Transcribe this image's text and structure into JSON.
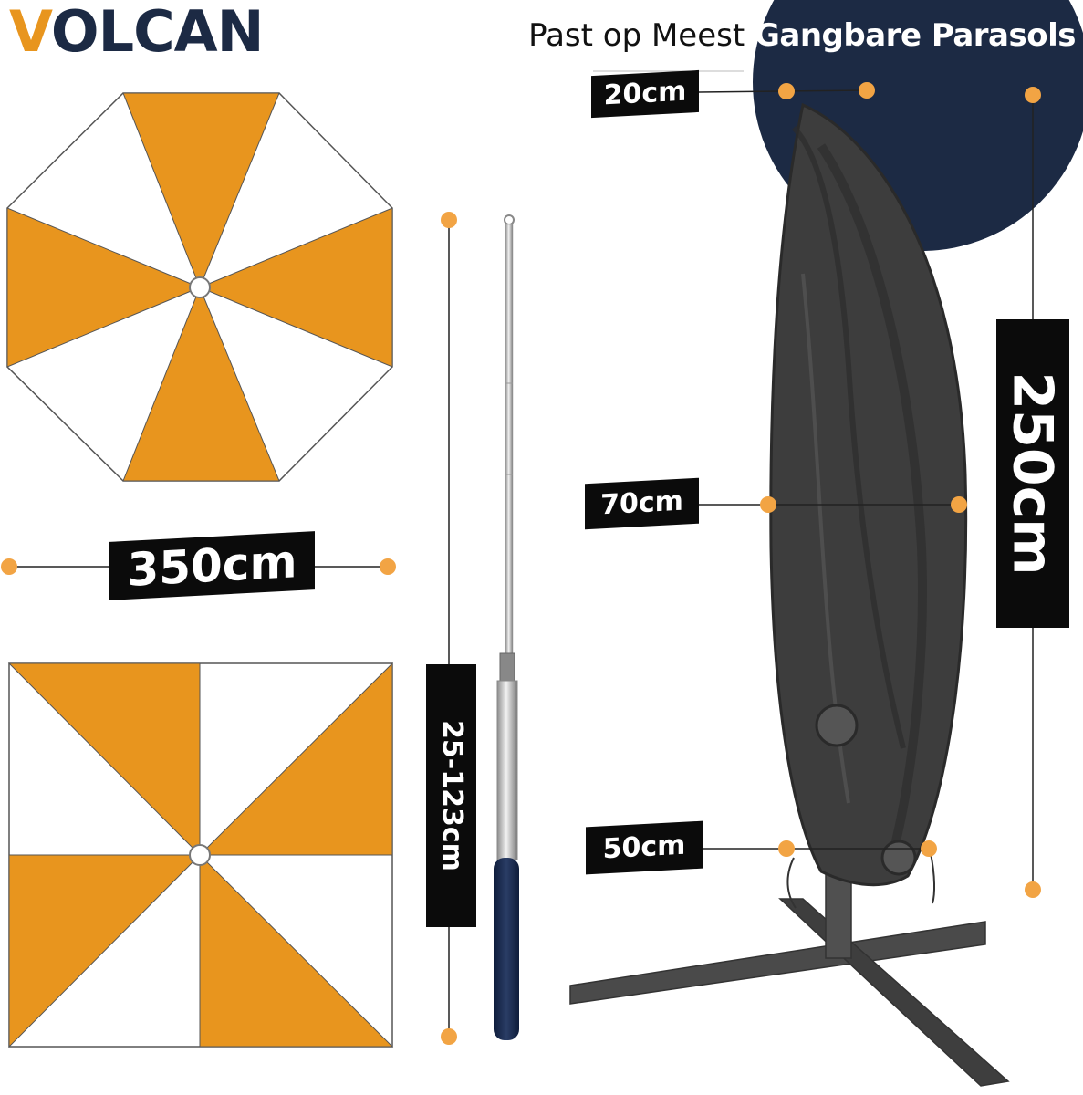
{
  "brand": {
    "logo_v": "V",
    "logo_rest": "OLCAN",
    "colors": {
      "orange": "#E8951E",
      "navy": "#1C2A44",
      "cover": "#3A3A3A"
    }
  },
  "headline": {
    "light": "Past op Meest",
    "bold": "Gangbare Parasols"
  },
  "dimensions": {
    "top_width": "20cm",
    "middle_width": "70cm",
    "bottom_width": "50cm",
    "height": "250cm",
    "umbrella_diameter": "350cm",
    "pole_length": "25-123cm"
  },
  "icons": {
    "round_parasol": "round-parasol-top-view-icon",
    "square_parasol": "square-parasol-top-view-icon",
    "pole": "telescopic-pole-icon",
    "cover": "cantilever-parasol-cover-icon"
  }
}
